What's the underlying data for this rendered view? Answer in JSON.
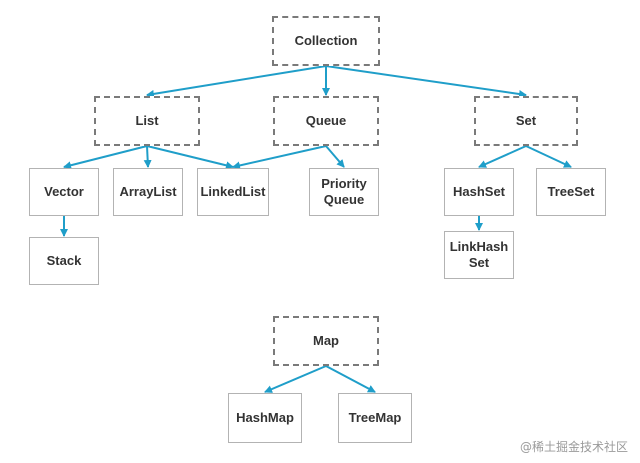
{
  "diagram": {
    "nodes": {
      "collection": "Collection",
      "list": "List",
      "queue": "Queue",
      "set": "Set",
      "vector": "Vector",
      "arraylist": "ArrayList",
      "linkedlist": "LinkedList",
      "priorityqueue": "Priority\nQueue",
      "hashset": "HashSet",
      "treeset": "TreeSet",
      "stack": "Stack",
      "linkedhashset": "LinkHash\nSet",
      "map": "Map",
      "hashmap": "HashMap",
      "treemap": "TreeMap"
    },
    "edges": [
      [
        "collection",
        "list"
      ],
      [
        "collection",
        "queue"
      ],
      [
        "collection",
        "set"
      ],
      [
        "list",
        "vector"
      ],
      [
        "list",
        "arraylist"
      ],
      [
        "list",
        "linkedlist"
      ],
      [
        "queue",
        "linkedlist"
      ],
      [
        "queue",
        "priorityqueue"
      ],
      [
        "set",
        "hashset"
      ],
      [
        "set",
        "treeset"
      ],
      [
        "vector",
        "stack"
      ],
      [
        "hashset",
        "linkedhashset"
      ],
      [
        "map",
        "hashmap"
      ],
      [
        "map",
        "treemap"
      ]
    ],
    "arrow_color": "#1f9ec9"
  },
  "watermark": "@稀土掘金技术社区"
}
